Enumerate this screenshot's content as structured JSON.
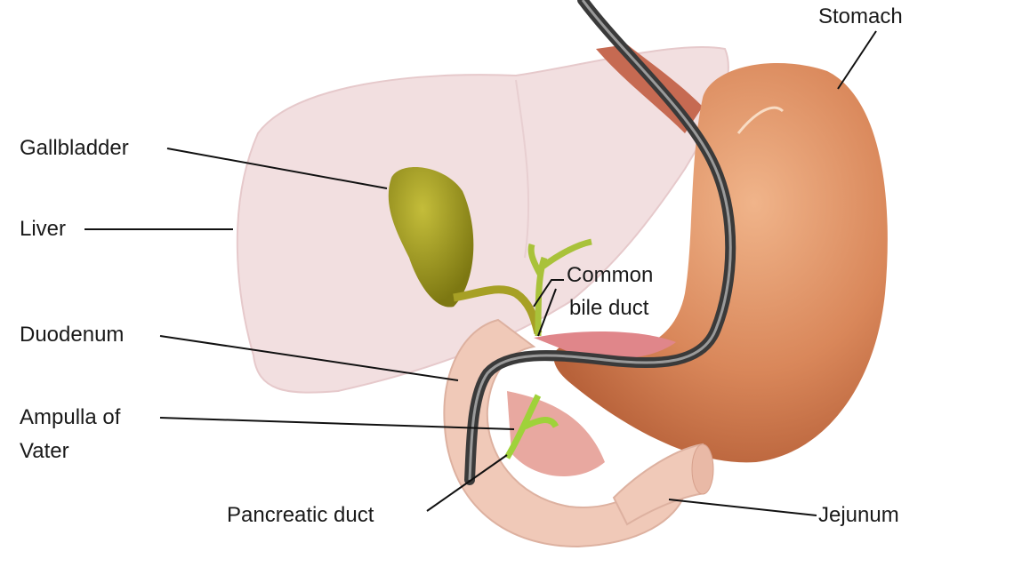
{
  "labels": {
    "stomach": "Stomach",
    "gallbladder": "Gallbladder",
    "liver": "Liver",
    "common_bile_duct_1": "Common",
    "common_bile_duct_2": "bile duct",
    "duodenum": "Duodenum",
    "ampulla_1": "Ampulla of",
    "ampulla_2": "Vater",
    "pancreatic_duct": "Pancreatic duct",
    "jejunum": "Jejunum"
  },
  "colors": {
    "liver": "#f2dfe0",
    "stomach": "#d98a5e",
    "gallbladder": "#9a9420",
    "duct": "#a9c23a",
    "duodenum": "#f0c9b8",
    "endoscope": "#4a4a4a"
  }
}
